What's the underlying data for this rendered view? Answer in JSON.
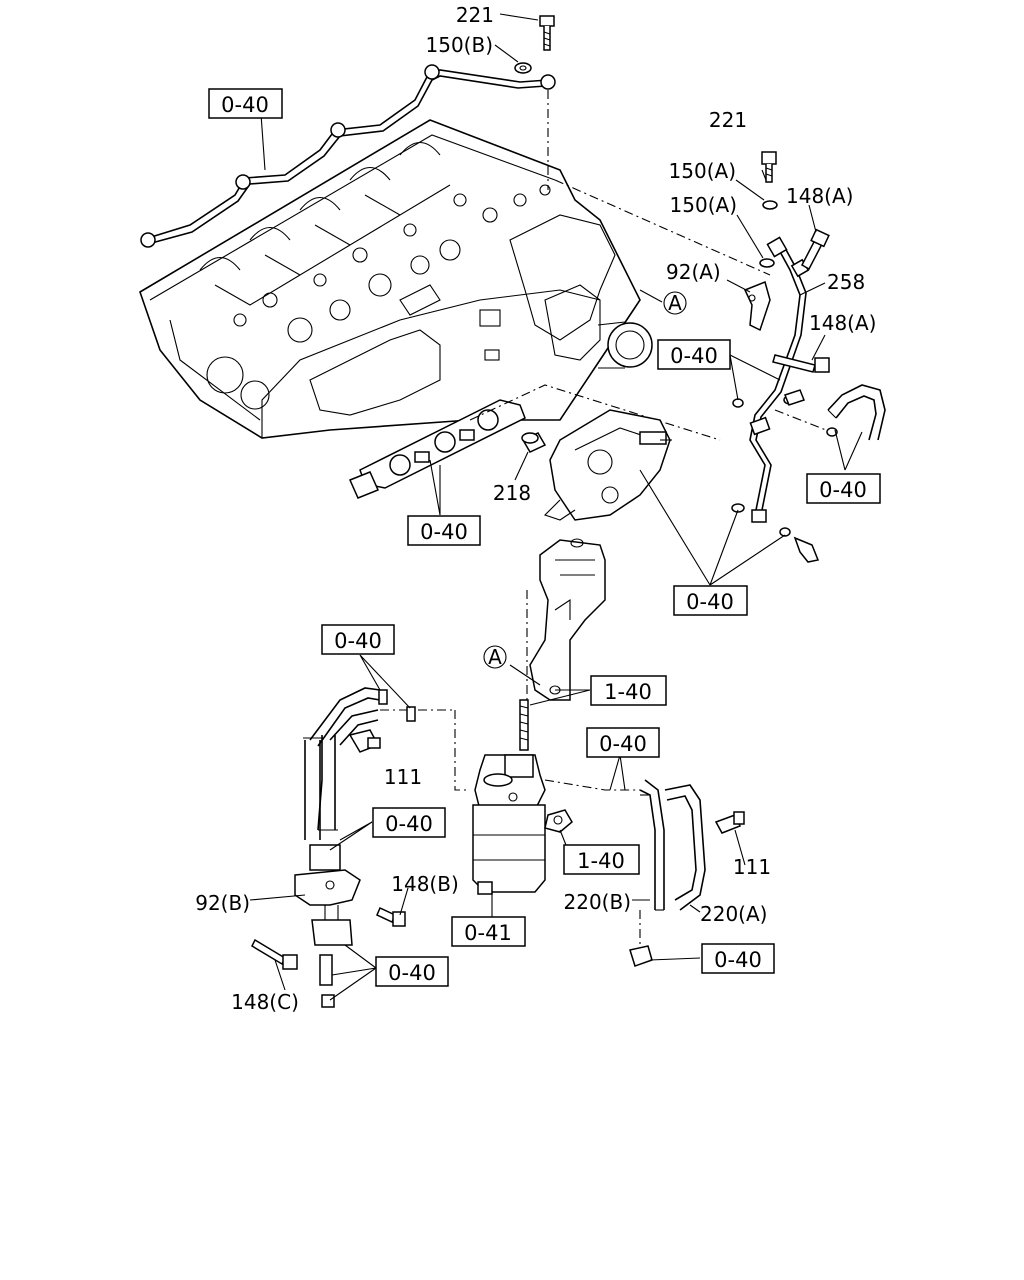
{
  "part_labels": {
    "p221_top": "221",
    "p150b": "150(B)",
    "p221_right": "221",
    "p150a_1": "150(A)",
    "p150a_2": "150(A)",
    "p148a_1": "148(A)",
    "p92a": "92(A)",
    "p258": "258",
    "p148a_2": "148(A)",
    "p218": "218",
    "p111_left": "111",
    "p111_right": "111",
    "p148b": "148(B)",
    "p92b": "92(B)",
    "p148c": "148(C)",
    "p220b": "220(B)",
    "p220a": "220(A)",
    "circle_a": "A",
    "circle_a2": "A"
  },
  "reference_boxes": {
    "r1": "0-40",
    "r2": "0-40",
    "r3": "0-40",
    "r4": "0-40",
    "r5": "0-40",
    "r6": "0-40",
    "r7": "1-40",
    "r8": "0-40",
    "r9": "0-40",
    "r10": "1-40",
    "r11": "0-41",
    "r12": "0-40",
    "r13": "0-40"
  }
}
